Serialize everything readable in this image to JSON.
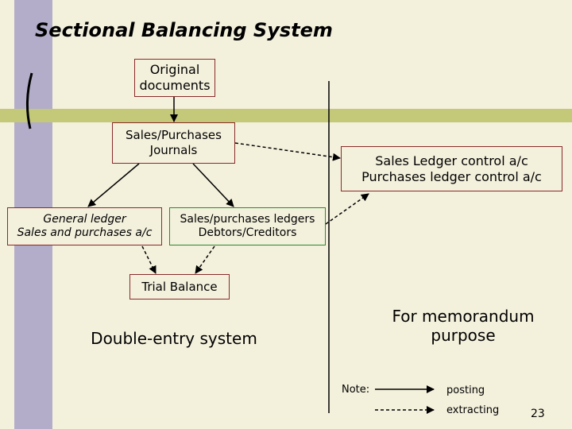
{
  "title": "Sectional Balancing System",
  "boxes": {
    "original": "Original\ndocuments",
    "journals": "Sales/Purchases\nJournals",
    "general_ledger": "General ledger\nSales and purchases a/c",
    "sales_ledgers": "Sales/purchases ledgers\nDebtors/Creditors",
    "trial_balance": "Trial Balance",
    "control": "Sales Ledger control a/c\nPurchases ledger control a/c"
  },
  "labels": {
    "double_entry": "Double-entry system",
    "memorandum": "For memorandum\npurpose"
  },
  "legend": {
    "note": "Note:",
    "posting": "posting",
    "extracting": "extracting"
  },
  "page_number": "23",
  "colors": {
    "background": "#f3f0dc",
    "purple_bar": "#b3adc9",
    "olive_bar": "#c4c97a",
    "box_border_red": "#8a2b2b",
    "box_border_green": "#2c8a2c"
  }
}
